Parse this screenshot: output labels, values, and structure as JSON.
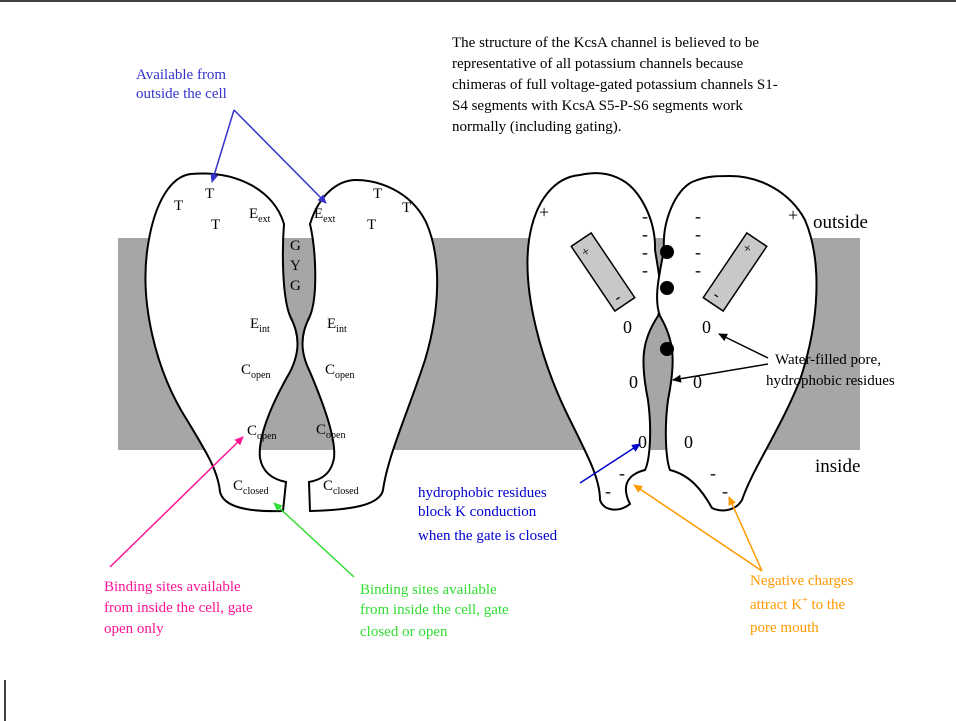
{
  "description_lines": [
    "The structure of the KcsA channel is believed to be",
    "representative of all potassium channels because",
    "chimeras of full voltage-gated potassium channels S1-",
    "S4 segments with KcsA S5-P-S6 segments work",
    "normally (including gating)."
  ],
  "labels": {
    "available_outside": [
      "Available from",
      "outside the cell"
    ],
    "outside": "outside",
    "inside": "inside",
    "water_pore": [
      "Water-filled pore,",
      "hydrophobic residues"
    ],
    "hydrophobic_block": [
      "hydrophobic residues",
      "block K conduction",
      "when the gate is closed"
    ],
    "binding_open_only": [
      "Binding sites available",
      "from inside the cell, gate",
      "open only"
    ],
    "binding_closed_or_open": [
      "Binding sites available",
      "from inside the cell, gate",
      "closed or open"
    ],
    "negative_charges": [
      "Negative charges",
      "attract K",
      "+",
      " to the",
      "pore mouth"
    ]
  },
  "residues": {
    "T": "T",
    "E": "E",
    "ext": "ext",
    "int": "int",
    "C": "C",
    "open": "open",
    "closed": "closed",
    "G": "G",
    "Y": "Y"
  },
  "charges": {
    "plus": "+",
    "minus": "-",
    "zero": "0"
  },
  "colors": {
    "membrane": "#a6a6a6",
    "blue_annotation": "#3333cc",
    "dark_blue_annotation": "#0000cc",
    "pink_annotation": "#ff1493",
    "green_annotation": "#33dd33",
    "orange_annotation": "#ff9900"
  }
}
